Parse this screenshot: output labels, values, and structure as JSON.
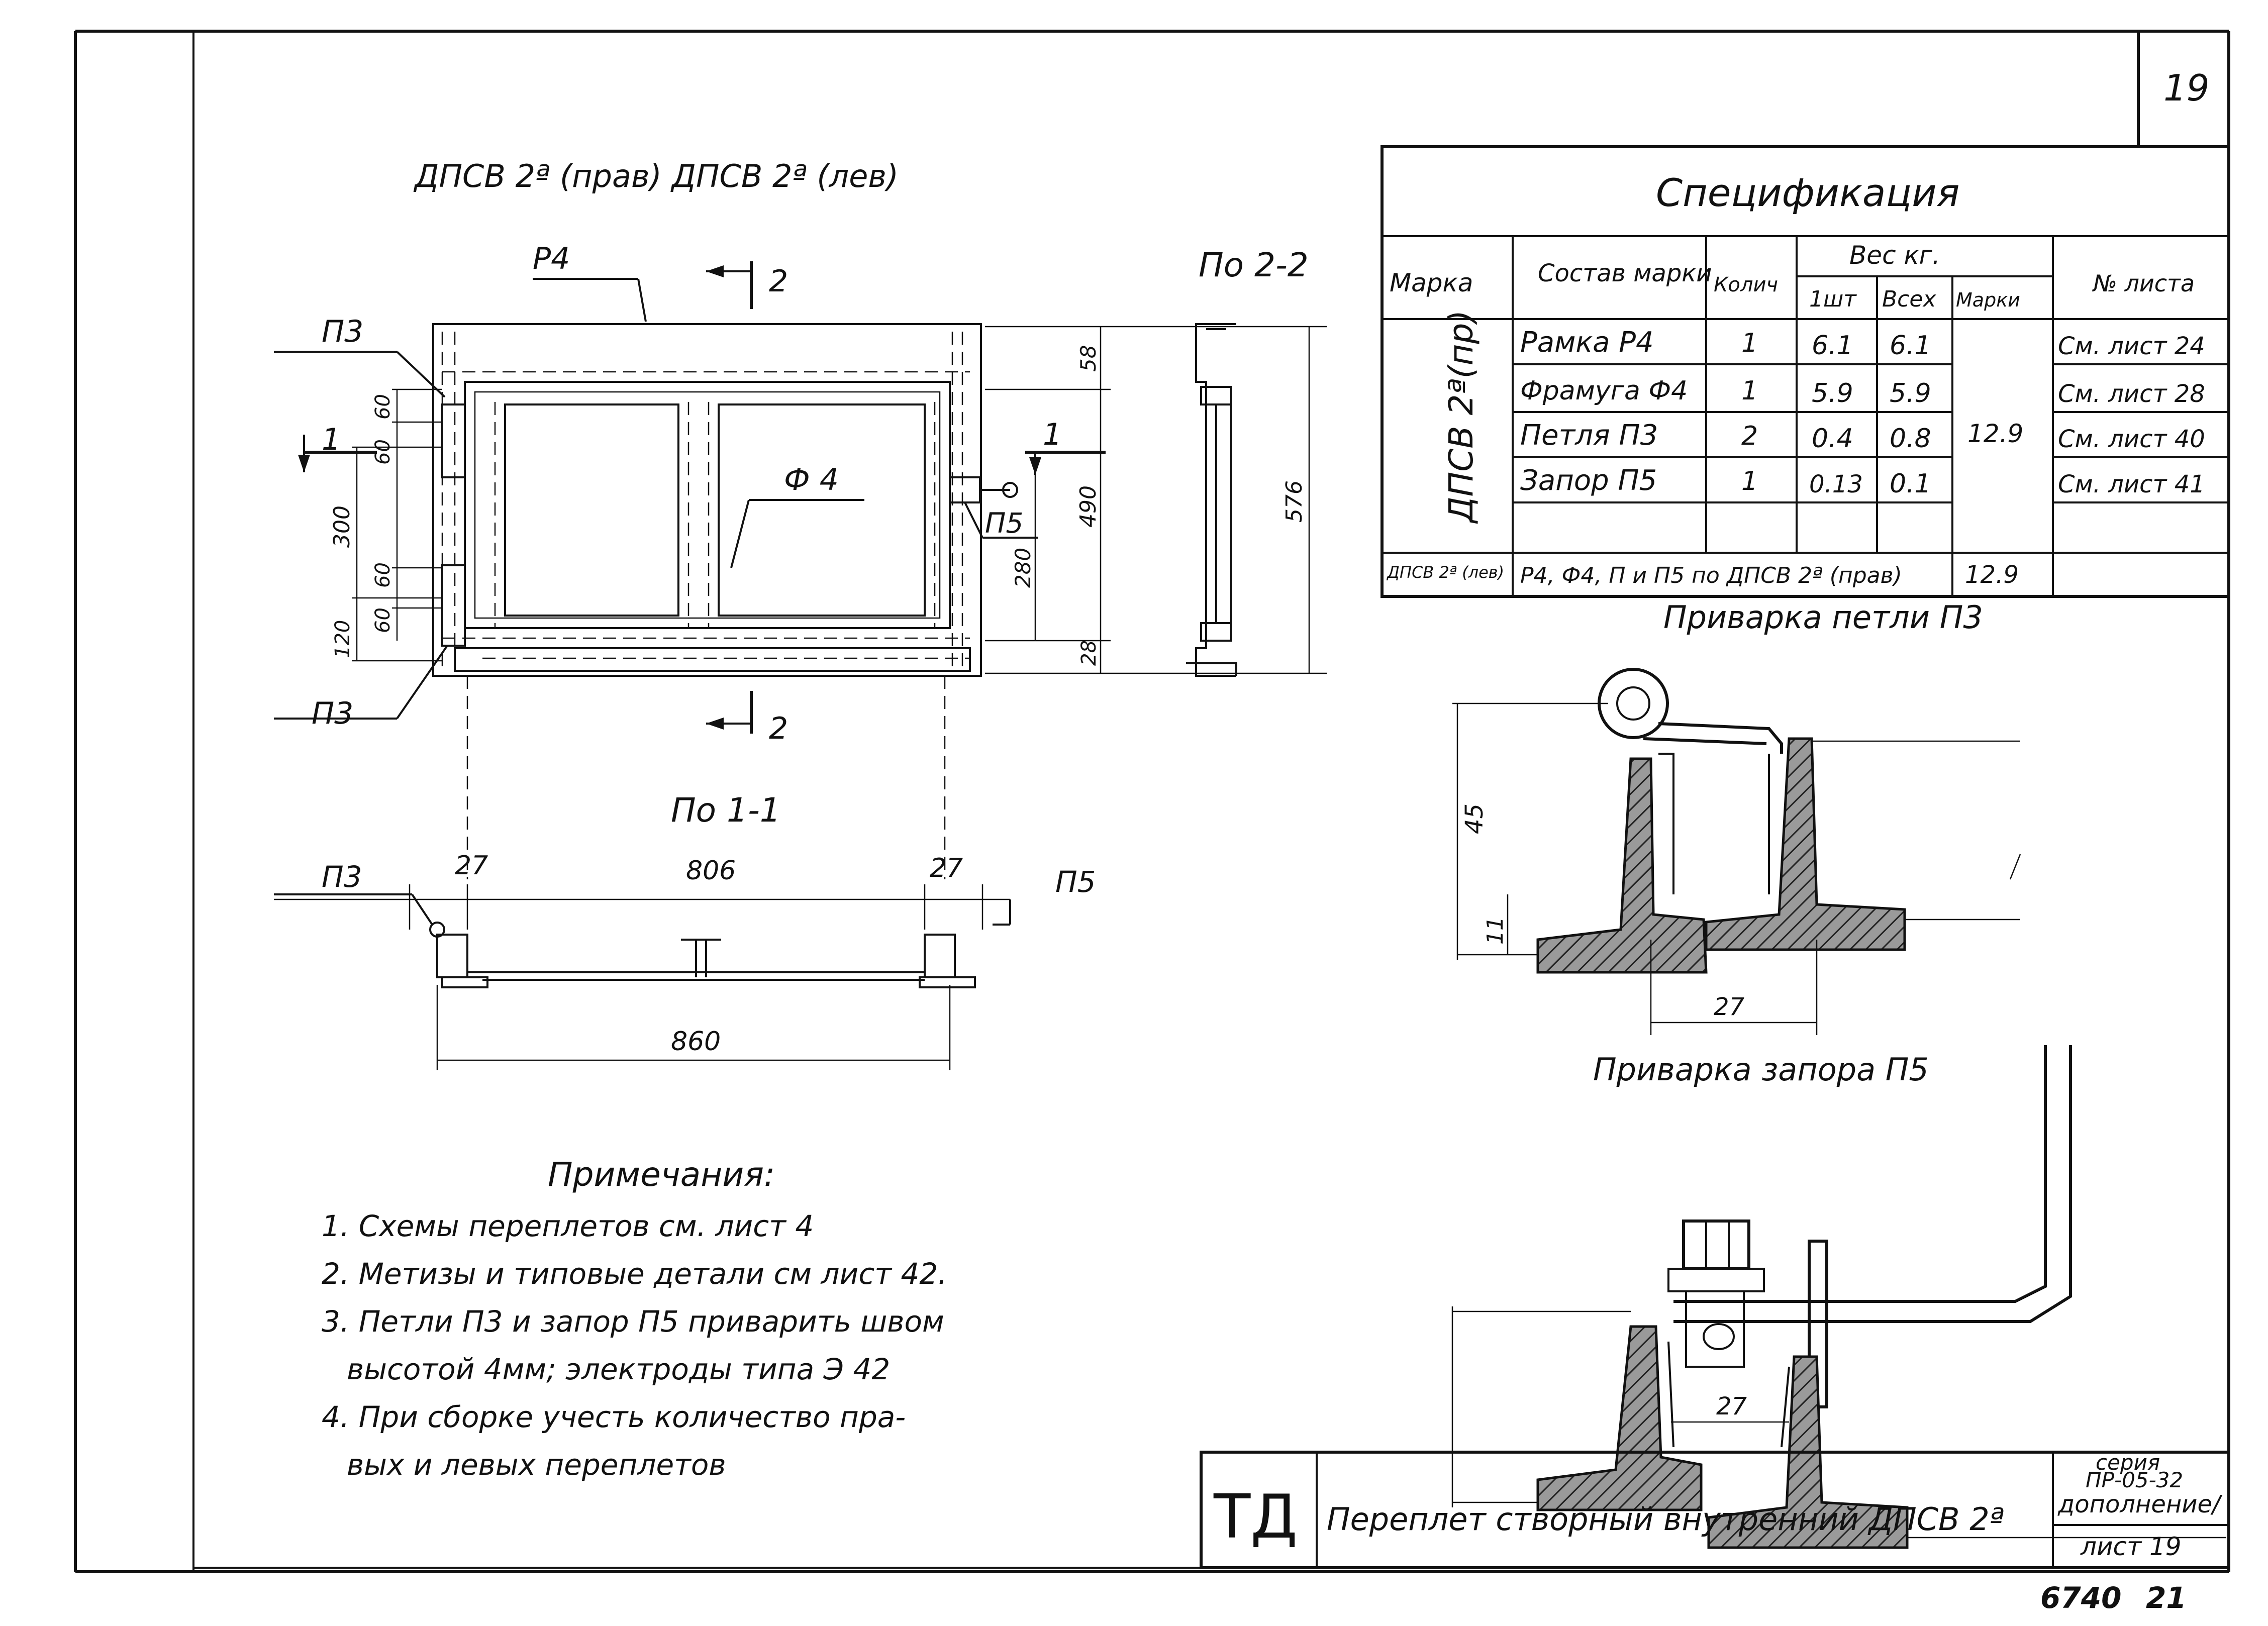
{
  "page_number": "19",
  "title_view": "ДПСВ 2ª (прав) ДПСВ 2ª (лев)",
  "section_22_title": "По 2-2",
  "section_11_title": "По 1-1",
  "labels": {
    "p3": "П3",
    "p5": "П5",
    "p4": "Р4",
    "f4": "Ф 4",
    "cut1": "1",
    "cut2": "2"
  },
  "dimensions": {
    "d60a": "60",
    "d60b": "60",
    "d300": "300",
    "d60c": "60",
    "d60d": "60",
    "d120": "120",
    "d58": "58",
    "d490": "490",
    "d576": "576",
    "d280": "280",
    "d28": "28",
    "d27l": "27",
    "d806": "806",
    "d27r": "27",
    "d860": "860",
    "w45": "45",
    "w11": "11",
    "w27": "27",
    "z27": "27"
  },
  "spec": {
    "title": "Спецификация",
    "headers": {
      "mark": "Марка",
      "composition": "Состав марки",
      "qty": "Колич",
      "weight": "Вес кг.",
      "w_piece": "1шт",
      "w_all": "Всех",
      "w_mark": "Марки",
      "sheet": "№ листа"
    },
    "mark_name": "ДПСВ 2ª(пр)",
    "rows": [
      {
        "name": "Рамка Р4",
        "qty": "1",
        "w1": "6.1",
        "wall": "6.1",
        "sheet": "См. лист 24"
      },
      {
        "name": "Фрамуга Ф4",
        "qty": "1",
        "w1": "5.9",
        "wall": "5.9",
        "sheet": "См. лист 28"
      },
      {
        "name": "Петля П3",
        "qty": "2",
        "w1": "0.4",
        "wall": "0.8",
        "sheet": "См. лист 40"
      },
      {
        "name": "Запор П5",
        "qty": "1",
        "w1": "0.13",
        "wall": "0.1",
        "sheet": "См. лист 41"
      }
    ],
    "mark_weight": "12.9",
    "footer_mark": "ДПСВ 2ª (лев)",
    "footer_text": "Р4, Ф4, П и П5 по ДПСВ 2ª (прав)",
    "footer_weight": "12.9"
  },
  "weld_hinge_title": "Приварка петли П3",
  "weld_latch_title": "Приварка запора П5",
  "notes": {
    "title": "Примечания:",
    "items": [
      "1. Схемы переплетов см. лист 4",
      "2. Метизы и типовые детали см лист 42.",
      "3. Петли П3 и запор П5 приварить швом",
      "высотой 4мм; электроды типа Э 42",
      "4. При сборке учесть количество пра-",
      "вых и левых переплетов"
    ]
  },
  "stamp": {
    "logo": "ТД",
    "title": "Переплет створный внутренний ДПСВ 2ª",
    "series": "серия",
    "series_code": "ПР-05-32",
    "supplement": "дополнение/",
    "sheet": "лист 19"
  },
  "bottom_code": "6740",
  "bottom_num": "21"
}
